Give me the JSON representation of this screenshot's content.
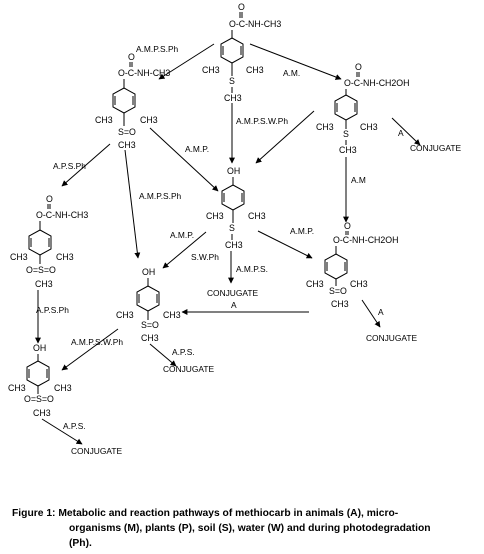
{
  "labels": {
    "amp_s_ph": "A.M.P.S.Ph",
    "am_top": "A.M.",
    "amp_s_w_ph_mid": "A.M.P.S.W.Ph",
    "amp_left": "A.M.P.",
    "a_right": "A",
    "conj_right": "CONJUGATE",
    "a_p_s_ph": "A.P.S.Ph",
    "amp_s_ph_2": "A.M.P.S.Ph",
    "a_m_right": "A.M",
    "amp_centre": "A.M.P.",
    "amp_centre2": "A.M.P.",
    "s_w_ph": "S.W.Ph",
    "amps": "A.M.P.S.",
    "conj_centre": "CONJUGATE",
    "a_mid": "A",
    "a_right2": "A",
    "conj_right2": "CONJUGATE",
    "a_p_s_ph_2": "A.P.S.Ph",
    "amp_s_w_ph_lower": "A.M.P.S.W.Ph",
    "a_p_s": "A.P.S.",
    "conj_lower_mid": "CONJUGATE",
    "a_p_s_2": "A.P.S.",
    "conj_bottom": "CONJUGATE"
  },
  "atoms": {
    "carbamate_top": "O-C-NH-CH3",
    "o_dbl": "O",
    "ch3": "CH3",
    "s": "S",
    "oh": "OH",
    "s_o": "S=O",
    "o_s_o": "O=S=O",
    "hydroxy_carbamate": "O-C-NH-CH2OH"
  },
  "caption": {
    "line1": "Figure 1:  Metabolic and reaction pathways of methiocarb in animals (A), micro-",
    "line2": "organisms (M), plants (P), soil (S), water (W) and during photodegradation",
    "line3": "(Ph)."
  }
}
